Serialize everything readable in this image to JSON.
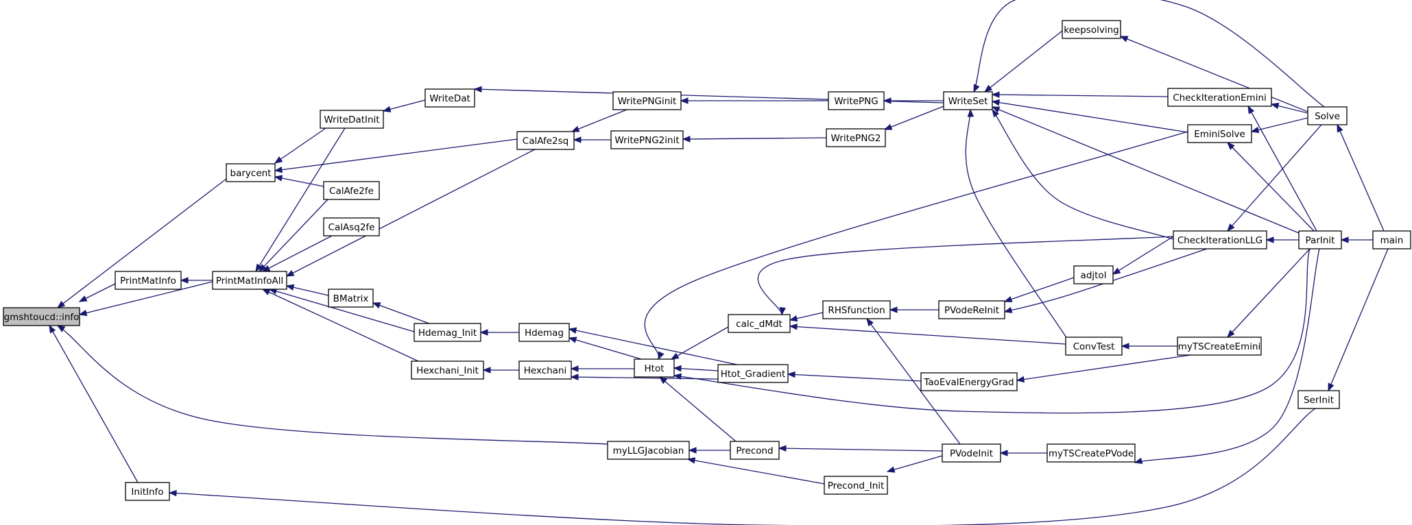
{
  "graph": {
    "direction": "callers",
    "nodes": [
      {
        "id": "gmshtoucd_info",
        "label": "gmshtoucd::info",
        "focus": true
      },
      {
        "id": "barycent",
        "label": "barycent"
      },
      {
        "id": "PrintMatInfo",
        "label": "PrintMatInfo"
      },
      {
        "id": "InitInfo",
        "label": "InitInfo"
      },
      {
        "id": "PrintMatInfoAll",
        "label": "PrintMatInfoAll"
      },
      {
        "id": "WriteDatInit",
        "label": "WriteDatInit"
      },
      {
        "id": "CalAfe2fe",
        "label": "CalAfe2fe"
      },
      {
        "id": "CalAsq2fe",
        "label": "CalAsq2fe"
      },
      {
        "id": "BMatrix",
        "label": "BMatrix"
      },
      {
        "id": "Hdemag_Init",
        "label": "Hdemag_Init"
      },
      {
        "id": "Hexchani_Init",
        "label": "Hexchani_Init"
      },
      {
        "id": "WriteDat",
        "label": "WriteDat"
      },
      {
        "id": "CalAfe2sq",
        "label": "CalAfe2sq"
      },
      {
        "id": "Hdemag",
        "label": "Hdemag"
      },
      {
        "id": "Hexchani",
        "label": "Hexchani"
      },
      {
        "id": "myLLGJacobian",
        "label": "myLLGJacobian"
      },
      {
        "id": "WritePNGinit",
        "label": "WritePNGinit"
      },
      {
        "id": "WritePNG2init",
        "label": "WritePNG2init"
      },
      {
        "id": "Htot",
        "label": "Htot"
      },
      {
        "id": "calc_dMdt",
        "label": "calc_dMdt"
      },
      {
        "id": "Htot_Gradient",
        "label": "Htot_Gradient"
      },
      {
        "id": "Precond",
        "label": "Precond"
      },
      {
        "id": "Precond_Init",
        "label": "Precond_Init"
      },
      {
        "id": "WritePNG",
        "label": "WritePNG"
      },
      {
        "id": "WritePNG2",
        "label": "WritePNG2"
      },
      {
        "id": "RHSfunction",
        "label": "RHSfunction"
      },
      {
        "id": "WriteSet",
        "label": "WriteSet"
      },
      {
        "id": "PVodeReInit",
        "label": "PVodeReInit"
      },
      {
        "id": "TaoEvalEnergyGrad",
        "label": "TaoEvalEnergyGrad"
      },
      {
        "id": "PVodeInit",
        "label": "PVodeInit"
      },
      {
        "id": "keepsolving",
        "label": "keepsolving"
      },
      {
        "id": "adjtol",
        "label": "adjtol"
      },
      {
        "id": "ConvTest",
        "label": "ConvTest"
      },
      {
        "id": "CheckIterationEmini",
        "label": "CheckIterationEmini"
      },
      {
        "id": "EminiSolve",
        "label": "EminiSolve"
      },
      {
        "id": "CheckIterationLLG",
        "label": "CheckIterationLLG"
      },
      {
        "id": "myTSCreateEmini",
        "label": "myTSCreateEmini"
      },
      {
        "id": "myTSCreatePVode",
        "label": "myTSCreatePVode"
      },
      {
        "id": "Solve",
        "label": "Solve"
      },
      {
        "id": "ParInit",
        "label": "ParInit"
      },
      {
        "id": "SerInit",
        "label": "SerInit"
      },
      {
        "id": "main",
        "label": "main"
      }
    ],
    "edges": [
      {
        "from": "barycent",
        "to": "gmshtoucd_info"
      },
      {
        "from": "PrintMatInfo",
        "to": "gmshtoucd_info"
      },
      {
        "from": "PrintMatInfoAll",
        "to": "gmshtoucd_info"
      },
      {
        "from": "InitInfo",
        "to": "gmshtoucd_info"
      },
      {
        "from": "myLLGJacobian",
        "to": "gmshtoucd_info"
      },
      {
        "from": "PrintMatInfoAll",
        "to": "PrintMatInfo"
      },
      {
        "from": "WriteDatInit",
        "to": "barycent"
      },
      {
        "from": "CalAfe2sq",
        "to": "barycent"
      },
      {
        "from": "CalAfe2fe",
        "to": "barycent"
      },
      {
        "from": "WriteDatInit",
        "to": "PrintMatInfoAll"
      },
      {
        "from": "CalAfe2fe",
        "to": "PrintMatInfoAll"
      },
      {
        "from": "CalAsq2fe",
        "to": "PrintMatInfoAll"
      },
      {
        "from": "CalAfe2sq",
        "to": "PrintMatInfoAll"
      },
      {
        "from": "BMatrix",
        "to": "PrintMatInfoAll"
      },
      {
        "from": "Hdemag_Init",
        "to": "PrintMatInfoAll"
      },
      {
        "from": "Hexchani_Init",
        "to": "PrintMatInfoAll"
      },
      {
        "from": "WriteDat",
        "to": "WriteDatInit"
      },
      {
        "from": "WriteSet",
        "to": "WriteDat"
      },
      {
        "from": "Hdemag_Init",
        "to": "BMatrix"
      },
      {
        "from": "WritePNGinit",
        "to": "CalAfe2sq"
      },
      {
        "from": "WritePNG2init",
        "to": "CalAfe2sq"
      },
      {
        "from": "WritePNG",
        "to": "WritePNGinit"
      },
      {
        "from": "WritePNG2",
        "to": "WritePNG2init"
      },
      {
        "from": "WriteSet",
        "to": "WritePNG"
      },
      {
        "from": "WriteSet",
        "to": "WritePNG2"
      },
      {
        "from": "Hdemag",
        "to": "Hdemag_Init"
      },
      {
        "from": "Hexchani",
        "to": "Hexchani_Init"
      },
      {
        "from": "Htot",
        "to": "Hdemag"
      },
      {
        "from": "Htot_Gradient",
        "to": "Hdemag"
      },
      {
        "from": "Htot",
        "to": "Hexchani"
      },
      {
        "from": "Htot_Gradient",
        "to": "Hexchani"
      },
      {
        "from": "calc_dMdt",
        "to": "Htot"
      },
      {
        "from": "Htot_Gradient",
        "to": "Htot"
      },
      {
        "from": "Precond",
        "to": "Htot"
      },
      {
        "from": "EminiSolve",
        "to": "Htot"
      },
      {
        "from": "ParInit",
        "to": "Htot"
      },
      {
        "from": "Precond",
        "to": "myLLGJacobian"
      },
      {
        "from": "Precond_Init",
        "to": "myLLGJacobian"
      },
      {
        "from": "RHSfunction",
        "to": "calc_dMdt"
      },
      {
        "from": "ConvTest",
        "to": "calc_dMdt"
      },
      {
        "from": "CheckIterationLLG",
        "to": "calc_dMdt"
      },
      {
        "from": "TaoEvalEnergyGrad",
        "to": "Htot_Gradient"
      },
      {
        "from": "PVodeInit",
        "to": "Precond"
      },
      {
        "from": "PVodeInit",
        "to": "Precond_Init"
      },
      {
        "from": "PVodeReInit",
        "to": "RHSfunction"
      },
      {
        "from": "PVodeInit",
        "to": "RHSfunction"
      },
      {
        "from": "adjtol",
        "to": "PVodeReInit"
      },
      {
        "from": "CheckIterationLLG",
        "to": "PVodeReInit"
      },
      {
        "from": "myTSCreateEmini",
        "to": "TaoEvalEnergyGrad"
      },
      {
        "from": "myTSCreatePVode",
        "to": "PVodeInit"
      },
      {
        "from": "keepsolving",
        "to": "WriteSet"
      },
      {
        "from": "CheckIterationEmini",
        "to": "WriteSet"
      },
      {
        "from": "EminiSolve",
        "to": "WriteSet"
      },
      {
        "from": "CheckIterationLLG",
        "to": "WriteSet"
      },
      {
        "from": "ConvTest",
        "to": "WriteSet"
      },
      {
        "from": "ParInit",
        "to": "WriteSet"
      },
      {
        "from": "Solve",
        "to": "WriteSet"
      },
      {
        "from": "CheckIterationLLG",
        "to": "adjtol"
      },
      {
        "from": "myTSCreateEmini",
        "to": "ConvTest"
      },
      {
        "from": "Solve",
        "to": "keepsolving"
      },
      {
        "from": "Solve",
        "to": "CheckIterationEmini"
      },
      {
        "from": "Solve",
        "to": "EminiSolve"
      },
      {
        "from": "Solve",
        "to": "CheckIterationLLG"
      },
      {
        "from": "ParInit",
        "to": "CheckIterationEmini"
      },
      {
        "from": "ParInit",
        "to": "EminiSolve"
      },
      {
        "from": "ParInit",
        "to": "CheckIterationLLG"
      },
      {
        "from": "ParInit",
        "to": "myTSCreateEmini"
      },
      {
        "from": "ParInit",
        "to": "myTSCreatePVode"
      },
      {
        "from": "main",
        "to": "Solve"
      },
      {
        "from": "main",
        "to": "ParInit"
      },
      {
        "from": "main",
        "to": "SerInit"
      },
      {
        "from": "SerInit",
        "to": "InitInfo"
      }
    ]
  }
}
